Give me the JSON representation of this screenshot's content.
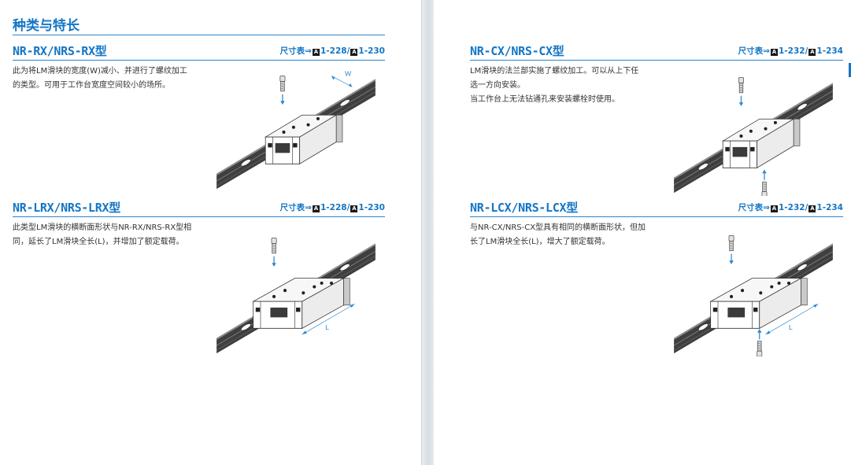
{
  "section_title": "种类与特长",
  "blocks": {
    "nr_rx": {
      "title": "NR-RX/NRS-RX型",
      "ref_label": "尺寸表⇒",
      "ref_a": "1-228",
      "ref_sep": "/",
      "ref_b": "1-230",
      "ref_box": "A",
      "desc": [
        "此为将LM滑块的宽度(W)减小、并进行了螺纹加工",
        "的类型。可用于工作台宽度空间较小的场所。"
      ],
      "dim_label": "W"
    },
    "nr_lrx": {
      "title": "NR-LRX/NRS-LRX型",
      "ref_label": "尺寸表⇒",
      "ref_a": "1-228",
      "ref_sep": "/",
      "ref_b": "1-230",
      "ref_box": "A",
      "desc": [
        "此类型LM滑块的横断面形状与NR-RX/NRS-RX型相",
        "同，延长了LM滑块全长(L)，并增加了额定载荷。"
      ],
      "dim_label": "L"
    },
    "nr_cx": {
      "title": "NR-CX/NRS-CX型",
      "ref_label": "尺寸表⇒",
      "ref_a": "1-232",
      "ref_sep": "/",
      "ref_b": "1-234",
      "ref_box": "A",
      "desc": [
        "LM滑块的法兰部实施了螺纹加工。可以从上下任",
        "选一方向安装。",
        "当工作台上无法钻通孔来安装螺栓时使用。"
      ]
    },
    "nr_lcx": {
      "title": "NR-LCX/NRS-LCX型",
      "ref_label": "尺寸表⇒",
      "ref_a": "1-232",
      "ref_sep": "/",
      "ref_b": "1-234",
      "ref_box": "A",
      "desc": [
        "与NR-CX/NRS-CX型具有相同的横断面形状，但加",
        "长了LM滑块全长(L)，增大了额定载荷。"
      ],
      "dim_label": "L"
    }
  },
  "colors": {
    "accent": "#1476c5",
    "rule": "#2a86cf",
    "rail": "#404040",
    "block_face": "#f4f4f4"
  }
}
